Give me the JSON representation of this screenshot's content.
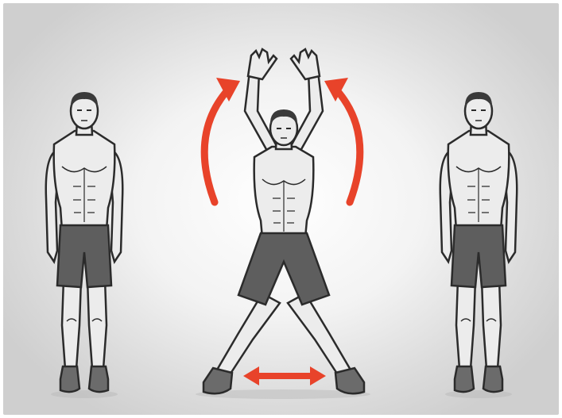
{
  "illustration": {
    "subject": "jumping-jacks",
    "figures": [
      "standing-figure-left",
      "jumping-figure-center",
      "standing-figure-right"
    ]
  },
  "colors": {
    "background_light": "#ffffff",
    "background_dark": "#cfcfcf",
    "skin": "#ececec",
    "outline": "#2b2b2b",
    "shorts": "#5e5e5e",
    "shoes": "#6b6b6b",
    "arrow": "#e8432a"
  },
  "icons": {
    "arc_arrows": [
      "arc-arrow-up-left-icon",
      "arc-arrow-up-right-icon"
    ],
    "leg_arrow": "double-arrow-horizontal-icon"
  }
}
